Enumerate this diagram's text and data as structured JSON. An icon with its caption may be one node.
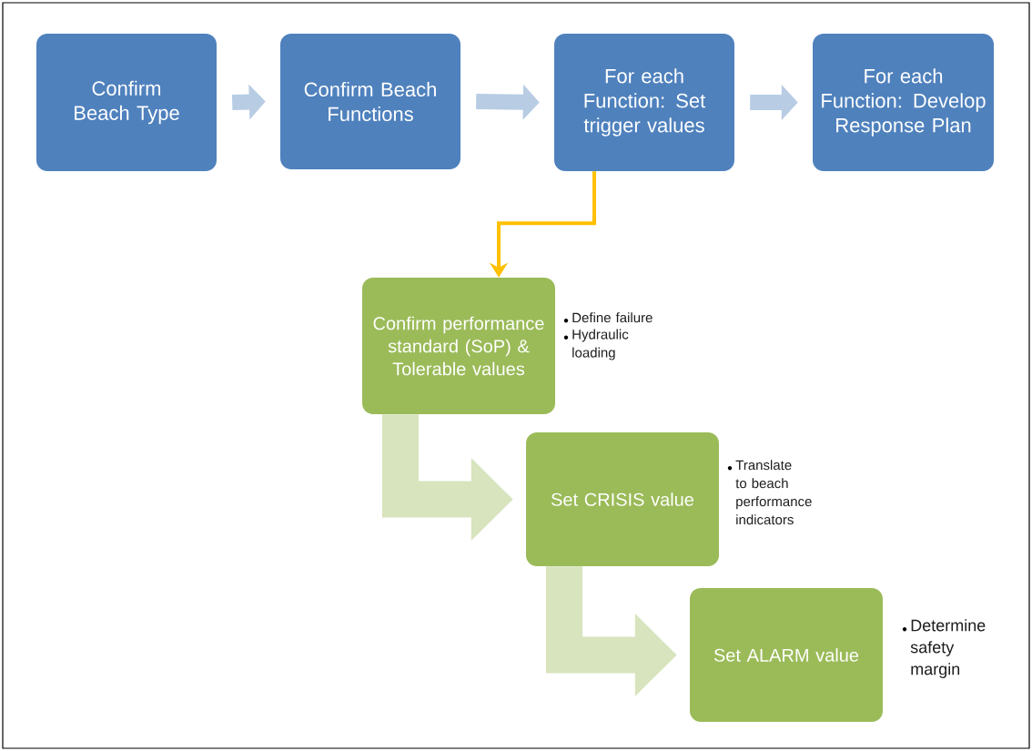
{
  "diagram": {
    "nodes": [
      {
        "text": [
          "Confirm Beach Type"
        ]
      },
      {
        "text": [
          "Confirm Beach Functions"
        ]
      },
      {
        "text": [
          "For each Function: Set trigger values"
        ]
      },
      {
        "text": [
          "For each Function: Develop Response Plan"
        ]
      },
      {
        "text": [
          "Confirm performance standard (SoP) & Tolerable values"
        ],
        "beside": [
          "Define failure",
          "Hydraulic loading"
        ]
      },
      {
        "text": [
          "Set CRISIS value"
        ],
        "beside": [
          "Translate to beach performance indicators"
        ]
      },
      {
        "text": [
          "Set ALARM value"
        ],
        "beside": [
          "Determine safety margin"
        ]
      }
    ],
    "edges": [
      {
        "from": 0,
        "to": 1,
        "arrow": "to"
      },
      {
        "from": 1,
        "to": 2,
        "arrow": "to"
      },
      {
        "from": 2,
        "to": 3,
        "arrow": "to"
      },
      {
        "from": 2,
        "to": 4,
        "arrow": "to",
        "color": "#ffc000"
      },
      {
        "from": 4,
        "to": 5,
        "arrow": "to",
        "style": "thick",
        "color": "#d7e4bd"
      },
      {
        "from": 5,
        "to": 6,
        "arrow": "to",
        "style": "thick",
        "color": "#d7e4bd"
      }
    ]
  }
}
